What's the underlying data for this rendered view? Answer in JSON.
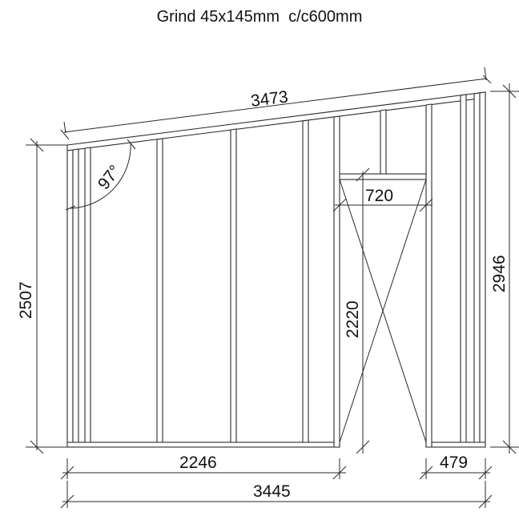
{
  "title": "Grind 45x145mm  c/c600mm",
  "dimensions": {
    "top_length": "3473",
    "left_height": "2507",
    "right_height": "2946",
    "door_width": "720",
    "door_height": "2220",
    "bottom_left": "2246",
    "bottom_right": "479",
    "total_width": "3445",
    "angle": "97°"
  },
  "colors": {
    "line": "#2a2a2a",
    "text": "#111111",
    "background": "#ffffff"
  }
}
